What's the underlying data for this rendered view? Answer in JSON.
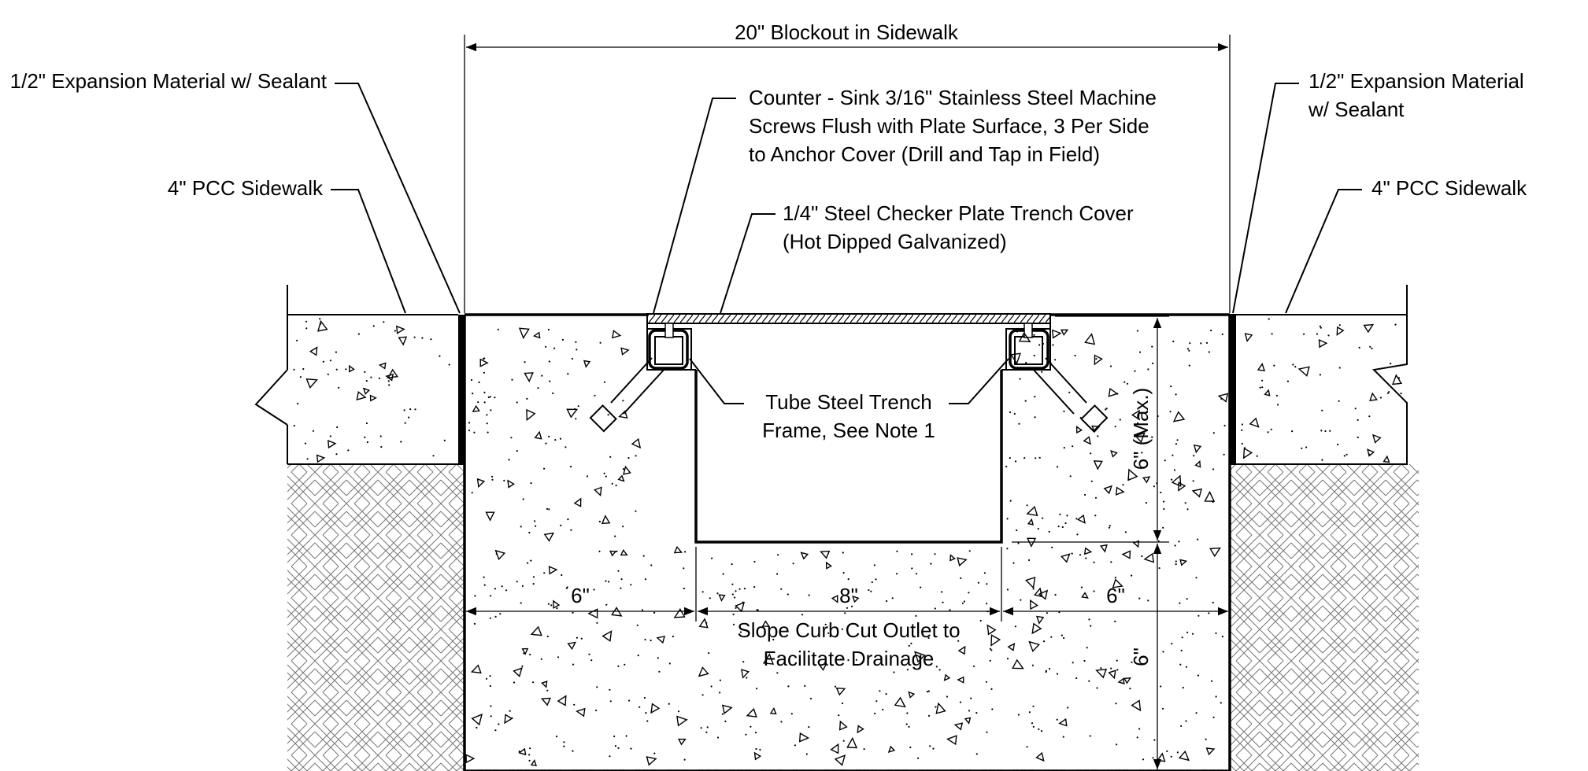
{
  "dimensions": {
    "blockout": "20\" Blockout in Sidewalk",
    "left_width": "6\"",
    "center_width": "8\"",
    "right_width": "6\"",
    "trench_depth": "6\" (Max.)",
    "base_depth": "6\""
  },
  "labels": {
    "expansion_left": "1/2\" Expansion Material w/ Sealant",
    "sidewalk_left": "4\" PCC Sidewalk",
    "screws_line1": "Counter - Sink 3/16\" Stainless Steel Machine",
    "screws_line2": "Screws Flush with Plate Surface, 3 Per Side",
    "screws_line3": "to Anchor Cover (Drill and Tap in Field)",
    "cover_line1": "1/4\" Steel Checker Plate Trench Cover",
    "cover_line2": "(Hot Dipped Galvanized)",
    "expansion_right_line1": "1/2\" Expansion Material",
    "expansion_right_line2": "w/ Sealant",
    "sidewalk_right": "4\" PCC Sidewalk",
    "frame_line1": "Tube Steel Trench",
    "frame_line2": "Frame, See Note 1",
    "slope_line1": "Slope Curb Cut Outlet to",
    "slope_line2": "Facilitate Drainage"
  }
}
